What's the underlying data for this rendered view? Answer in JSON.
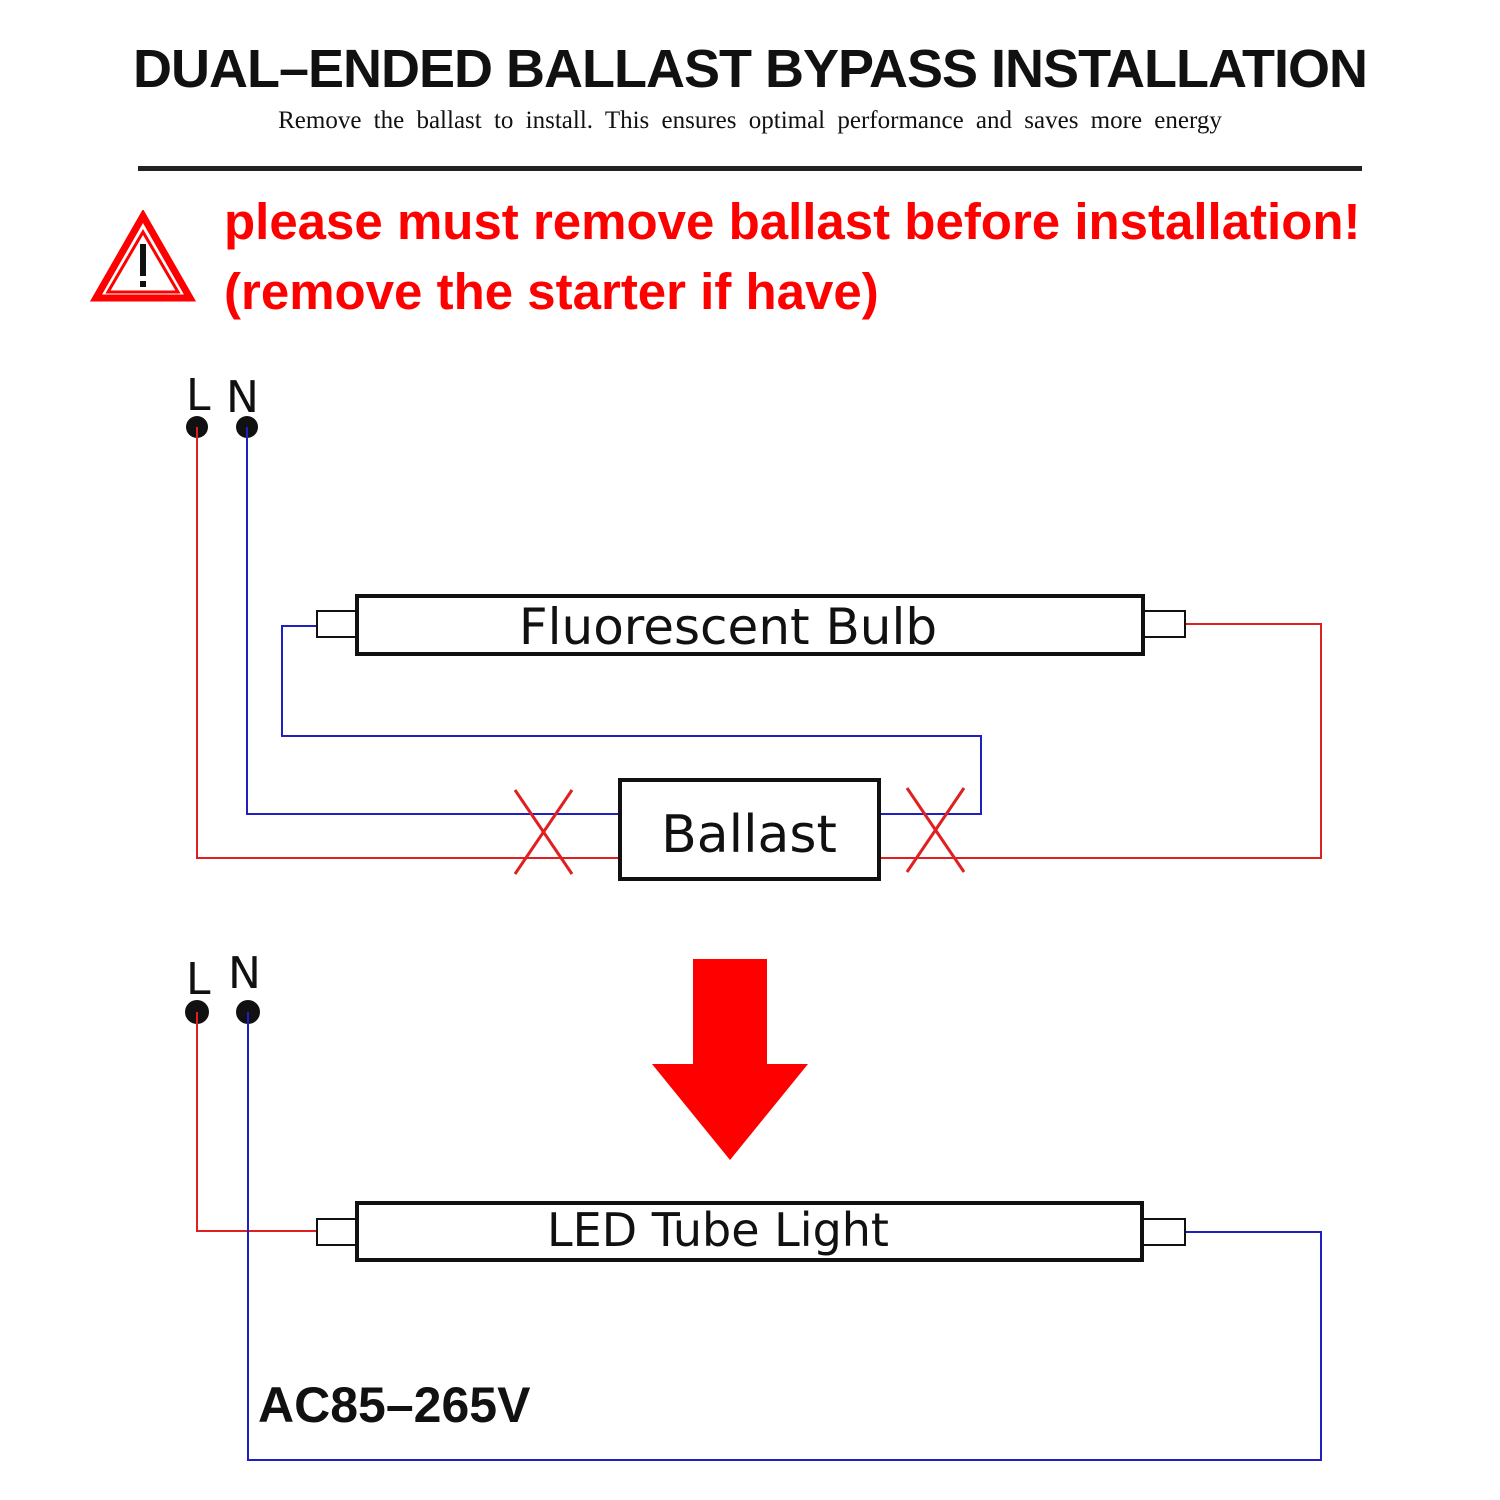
{
  "header": {
    "title": "DUAL–ENDED BALLAST BYPASS INSTALLATION",
    "subtitle": "Remove the ballast to install. This ensures optimal performance and saves more energy"
  },
  "warning": {
    "icon": "warning-triangle-icon",
    "line1": "please must remove ballast before installation!",
    "line2": "(remove the starter if have)",
    "color": "#ff0000"
  },
  "before_diagram": {
    "terminal_l": "L",
    "terminal_n": "N",
    "bulb_label": "Fluorescent Bulb",
    "ballast_label": "Ballast"
  },
  "arrow": {
    "icon": "down-arrow-icon",
    "color": "#ff0000"
  },
  "after_diagram": {
    "terminal_l": "L",
    "terminal_n": "N",
    "tube_label": "LED Tube Light",
    "voltage": "AC85–265V"
  },
  "colors": {
    "live_wire": "#e02020",
    "neutral_wire": "#2020c0",
    "outline": "#111111"
  }
}
